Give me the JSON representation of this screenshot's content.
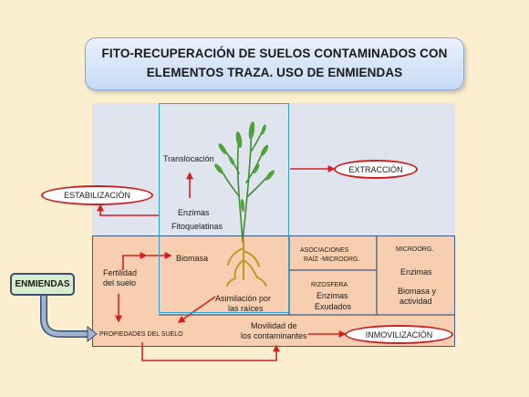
{
  "title": {
    "line1": "FITO-RECUPERACIÓN DE SUELOS CONTAMINADOS CON",
    "line2": "ELEMENTOS TRAZA. USO DE ENMIENDAS"
  },
  "labels": {
    "translocacion": "Translocación",
    "enzimas_plant": "Enzimas",
    "fitoquelatinas": "Fitoquelatinas",
    "biomasa": "Biomasa",
    "asimilacion_1": "Asimilación por",
    "asimilacion_2": "las raíces",
    "fertilidad_1": "Fertilidad",
    "fertilidad_2": "del suelo",
    "propiedades": "PROPIEDADES DEL SUELO",
    "movilidad_1": "Movilidad de",
    "movilidad_2": "los contaminantes",
    "asociaciones_1": "ASOCIACIONES",
    "asociaciones_2": "RAÍZ  -MICROORG.",
    "rizosfera": "RIZOSFERA",
    "rizo_enzimas": "Enzimas",
    "exudados": "Exudados",
    "microorg": "MICROORG.",
    "micro_enzimas": "Enzimas",
    "micro_biomasa_1": "Biomasa y",
    "micro_biomasa_2": "actividad"
  },
  "ovals": {
    "extraccion": "EXTRACCIÓN",
    "estabilizacion": "ESTABILIZACIÓN",
    "inmovilizacion": "INMOVILIZACIÓN"
  },
  "enmiendas": "ENMIENDAS",
  "colors": {
    "arrow": "#d62020",
    "plant_stem": "#3f8f2e",
    "root": "#b99a2a",
    "top_region": "#dfe4ef",
    "bottom_region": "#f7cfb0"
  }
}
